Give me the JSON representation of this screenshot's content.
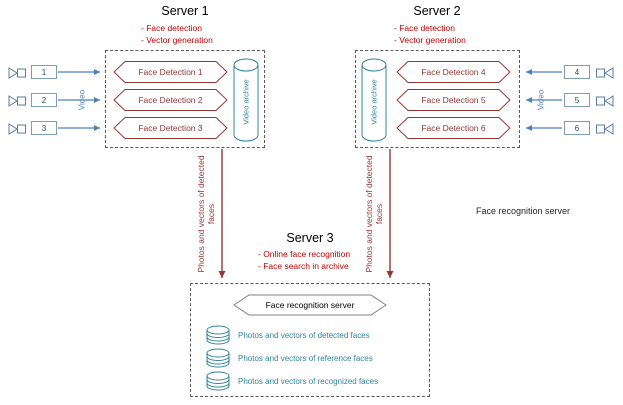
{
  "server1": {
    "title": "Server 1",
    "bullets": [
      "- Face detection",
      "- Vector generation"
    ],
    "nodes": [
      "Face Detection 1",
      "Face Detection 2",
      "Face Detection 3"
    ],
    "archive": "Video archive",
    "video_label": "Video",
    "cameras": [
      "1",
      "2",
      "3"
    ]
  },
  "server2": {
    "title": "Server 2",
    "bullets": [
      "- Face detection",
      "- Vector generation"
    ],
    "nodes": [
      "Face Detection 4",
      "Face Detection 5",
      "Face Detection 6"
    ],
    "archive": "Video archive",
    "video_label": "Video",
    "cameras": [
      "4",
      "5",
      "6"
    ]
  },
  "server3": {
    "title": "Server 3",
    "bullets": [
      "- Online face recognition",
      "- Face search in archive"
    ],
    "hexagon": "Face recognition server",
    "databases": [
      "Photos and vectors of detected faces",
      "Photos and vectors of reference faces",
      "Photos and vectors of recognized faces"
    ]
  },
  "flows": {
    "left": "Photos and vectors of detected faces",
    "right": "Photos and vectors of detected faces"
  },
  "side_label": "Face recognition server",
  "colors": {
    "node_red": "#953735",
    "bullet_red": "#C00000",
    "teal": "#31849B",
    "arrow_blue": "#4F81BD"
  }
}
